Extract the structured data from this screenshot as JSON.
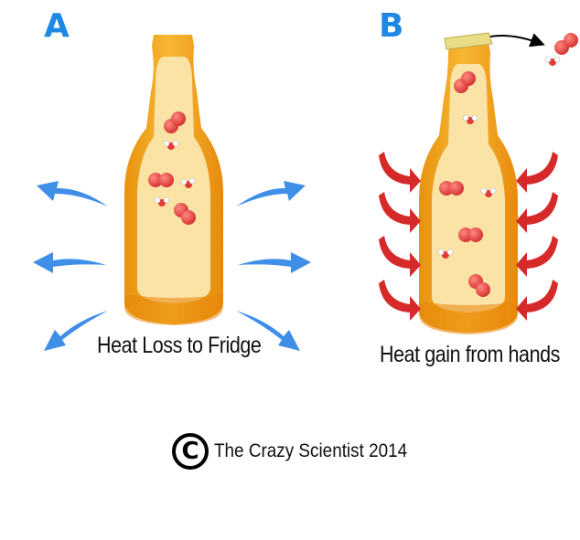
{
  "panels": {
    "a": {
      "letter": "A",
      "caption": "Heat Loss to Fridge"
    },
    "b": {
      "letter": "B",
      "caption": "Heat gain from hands"
    }
  },
  "footer": {
    "symbol": "C",
    "credit": "The Crazy Scientist 2014"
  },
  "colors": {
    "letter": "#1e88e5",
    "cold_arrow": "#3f8fe8",
    "warm_arrow": "#d62a2a",
    "bottle_outer": "#f0a020",
    "bottle_inner": "#fbe3a6",
    "cap": "#e9dd88",
    "molecule_o": "#e53935",
    "molecule_h": "#ffffff"
  }
}
